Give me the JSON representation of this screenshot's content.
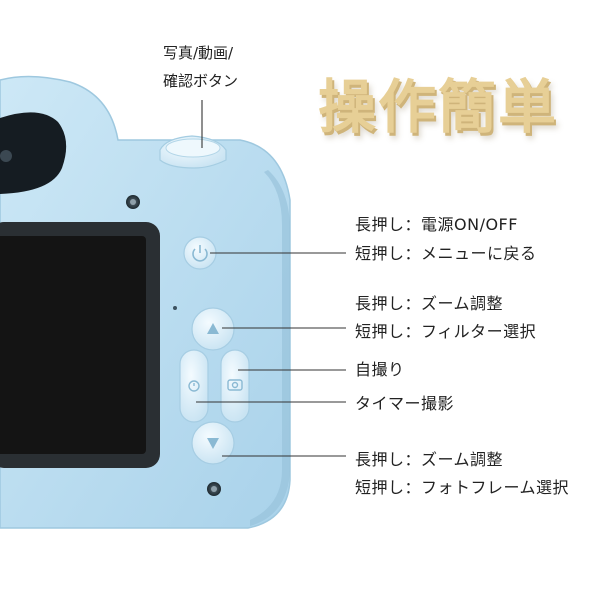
{
  "title": "操作簡単",
  "shutter_label": [
    "写真/動画/",
    "確認ボタン"
  ],
  "callouts": [
    {
      "line1": "長押し：電源ON/OFF",
      "line2": "短押し：メニューに戻る"
    },
    {
      "line1": "長押し：ズーム調整",
      "line2": "短押し：フィルター選択"
    },
    {
      "line1": "自撮り"
    },
    {
      "line1": "タイマー撮影"
    },
    {
      "line1": "長押し：ズーム調整",
      "line2": "短押し：フォトフレーム選択"
    }
  ],
  "colors": {
    "camera_body": "#b9dcef",
    "camera_shadow": "#a3cde5",
    "screen": "#1c1c1c",
    "title": "#e7cf96"
  }
}
